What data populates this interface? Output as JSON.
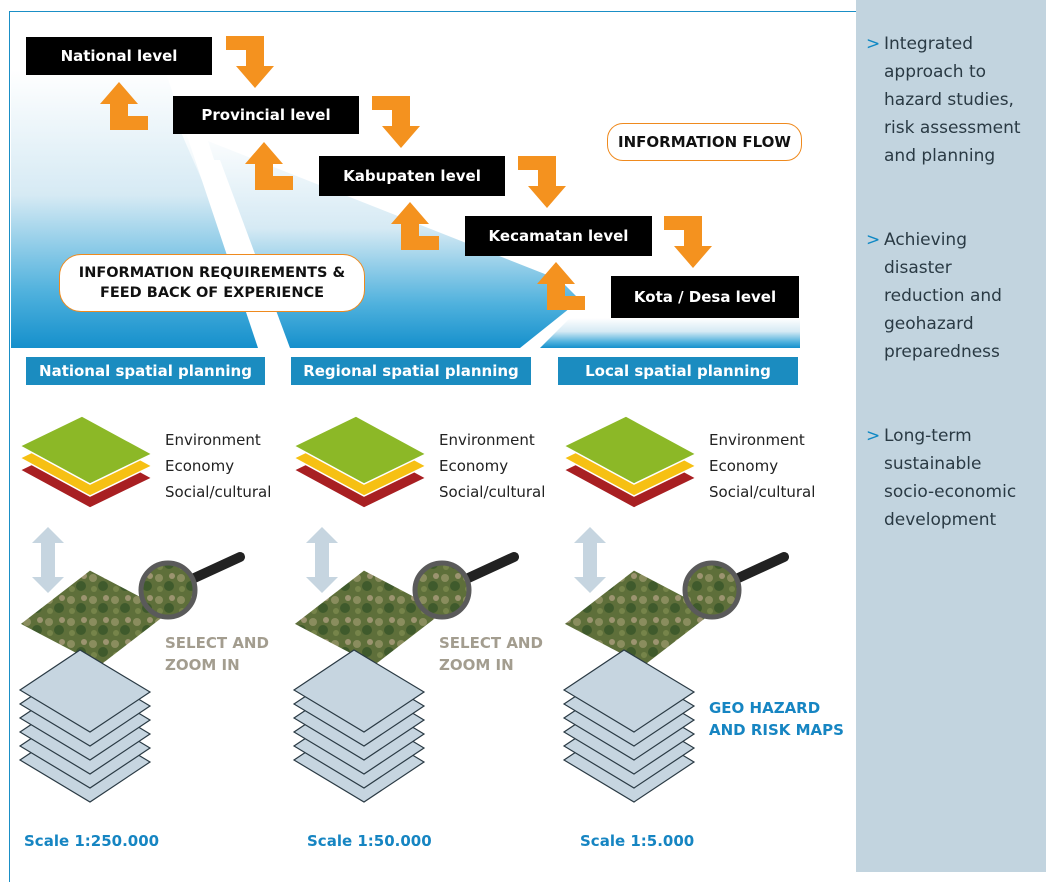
{
  "sidebar": {
    "items": [
      {
        "marker": ">",
        "lines": [
          "Integrated",
          "approach to",
          "hazard studies,",
          "risk assessment",
          "and planning"
        ]
      },
      {
        "marker": ">",
        "lines": [
          "Achieving",
          "disaster",
          "reduction and",
          "geohazard",
          "preparedness"
        ]
      },
      {
        "marker": ">",
        "lines": [
          "Long-term",
          "sustainable",
          "socio-economic",
          "development"
        ]
      }
    ]
  },
  "levels": [
    {
      "label": "National level"
    },
    {
      "label": "Provincial level"
    },
    {
      "label": "Kabupaten level"
    },
    {
      "label": "Kecamatan level"
    },
    {
      "label": "Kota / Desa level"
    }
  ],
  "information_flow": "INFORMATION FLOW",
  "requirements": {
    "line1": "INFORMATION REQUIREMENTS &",
    "line2": "FEED BACK OF EXPERIENCE"
  },
  "bands": [
    {
      "label": "National spatial planning"
    },
    {
      "label": "Regional spatial planning"
    },
    {
      "label": "Local spatial planning"
    }
  ],
  "layers": {
    "top": "Environment",
    "middle": "Economy",
    "bottom": "Social/cultural"
  },
  "columns": [
    {
      "action": {
        "line1": "SELECT AND",
        "line2": "ZOOM IN"
      },
      "scale": "Scale 1:250.000"
    },
    {
      "action": {
        "line1": "SELECT AND",
        "line2": "ZOOM IN"
      },
      "scale": "Scale 1:50.000"
    },
    {
      "action": {
        "line1": "GEO HAZARD",
        "line2": "AND RISK MAPS"
      },
      "scale": "Scale 1:5.000"
    }
  ],
  "colors": {
    "accent_blue": "#1685c2",
    "flow_orange": "#f4921f",
    "layer_green": "#8cb827",
    "layer_yellow": "#f6c013",
    "layer_red": "#a81f22",
    "sheet_blue": "#c6d5e0",
    "sidebar_bg": "#c2d4df"
  }
}
